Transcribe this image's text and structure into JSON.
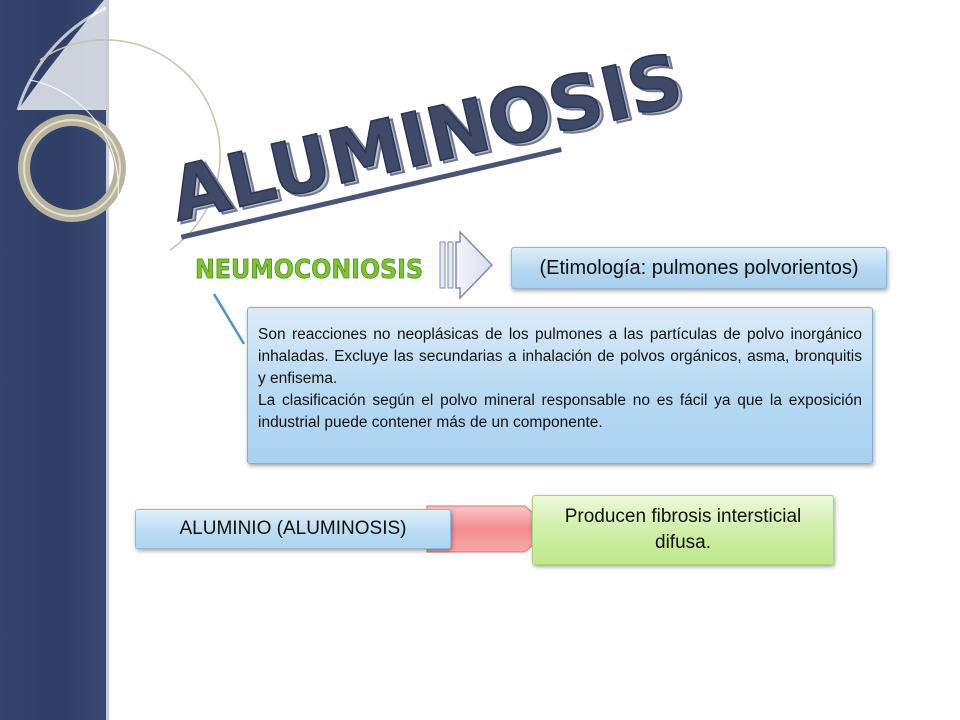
{
  "slide": {
    "title": "ALUMINOSIS",
    "subtitle": "NEUMOCONIOSIS",
    "etymology": "(Etimología: pulmones polvorientos)",
    "description": {
      "paragraph1": "Son reacciones no neoplásicas de los pulmones a las partículas de polvo inorgánico inhaladas. Excluye las secundarias a inhalación de polvos orgánicos, asma, bronquitis y enfisema.",
      "paragraph2": "La clasificación según el polvo mineral responsable no es fácil ya que la exposición industrial puede contener más de un componente."
    },
    "agent": "ALUMINIO (ALUMINOSIS)",
    "effect": "Producen fibrosis intersticial difusa."
  },
  "colors": {
    "sidebar": "#33436b",
    "title_fill": "#3f4a68",
    "subtitle_fill": "#7ec23a",
    "blue_box": "#b5d8f1",
    "green_box": "#cdeea4",
    "pink_arrow": "#f08c8e"
  },
  "icons": {
    "arrow": "block-arrow-right",
    "decoration": "ring-arcs"
  }
}
